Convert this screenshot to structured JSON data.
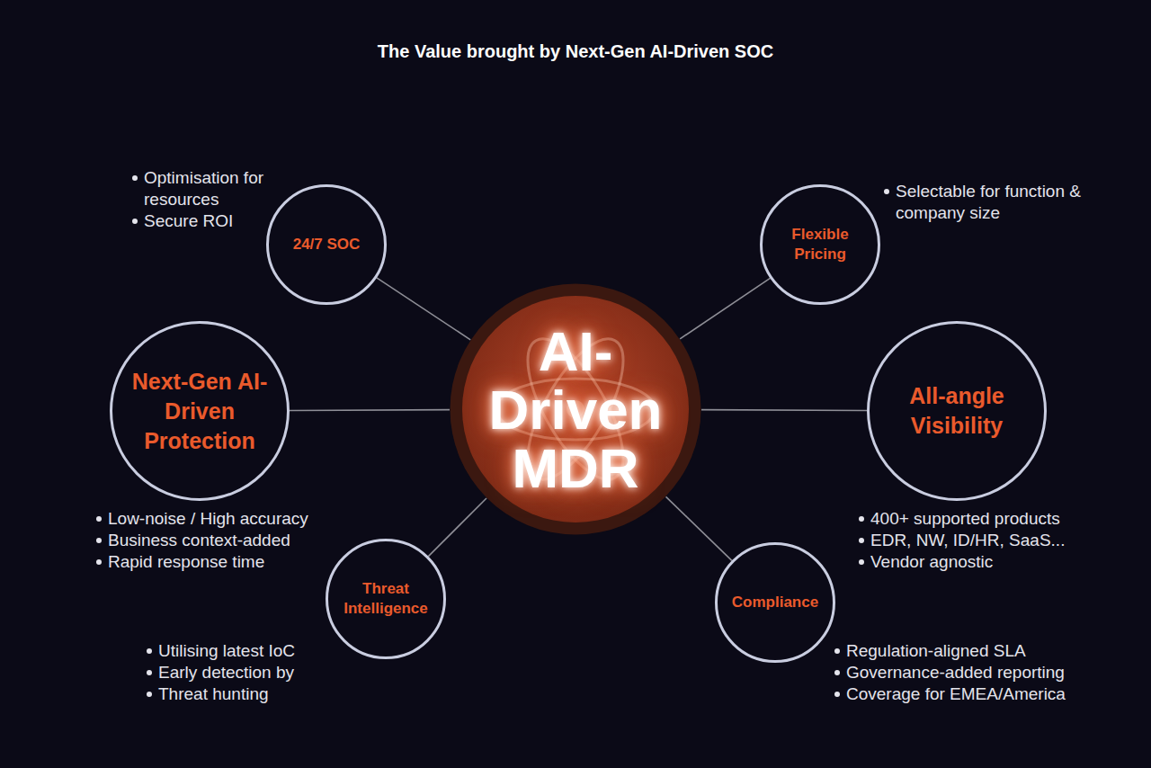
{
  "diagram": {
    "title": "The Value brought by Next-Gen AI-Driven SOC",
    "nodes": [
      {
        "text": [
          "24/7 SOC",
          "Optimisation for resources",
          "Secure ROI"
        ]
      },
      {
        "text": [
          "Flexible Pricing",
          "Selectable for function & company size"
        ]
      },
      {
        "text": [
          "Next-Gen AI-Driven Protection",
          "Low-noise / High accuracy",
          "Business context-added",
          "Rapid response time"
        ]
      },
      {
        "text": [
          "AI- Driven MDR"
        ]
      },
      {
        "text": [
          "All-angle Visibility",
          "400+ supported products",
          "EDR, NW, ID/HR, SaaS...",
          "Vendor agnostic"
        ]
      },
      {
        "text": [
          "Threat Intelligence",
          "Utilising latest IoC",
          "Early detection by",
          "Threat hunting"
        ]
      },
      {
        "text": [
          "Compliance",
          "Regulation-aligned SLA",
          "Governance-added reporting",
          "Coverage for EMEA/America"
        ]
      }
    ],
    "edges": [
      {
        "from": 3,
        "to": 0,
        "arrow": "none"
      },
      {
        "from": 3,
        "to": 1,
        "arrow": "none"
      },
      {
        "from": 3,
        "to": 2,
        "arrow": "none"
      },
      {
        "from": 3,
        "to": 4,
        "arrow": "none"
      },
      {
        "from": 3,
        "to": 5,
        "arrow": "none"
      },
      {
        "from": 3,
        "to": 6,
        "arrow": "none"
      }
    ]
  }
}
